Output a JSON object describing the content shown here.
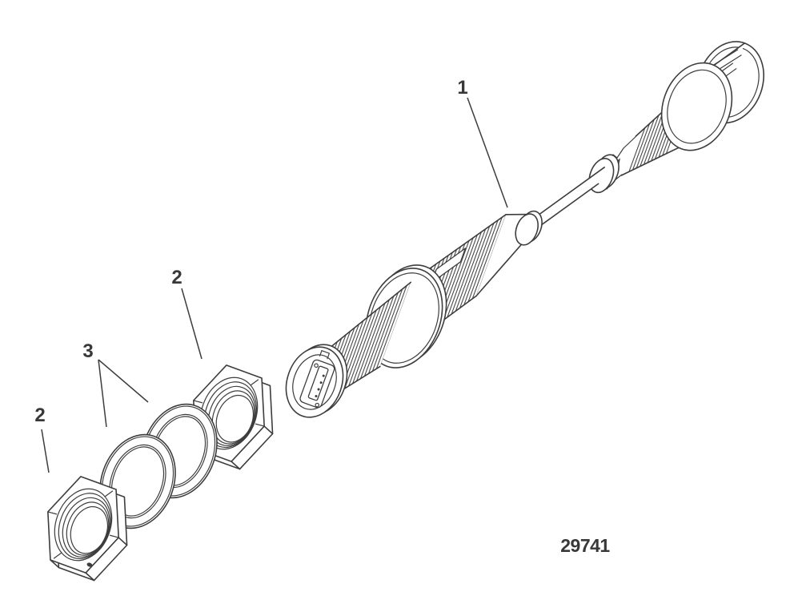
{
  "figure": {
    "figure_number": "29741",
    "callouts": [
      {
        "label": "1"
      },
      {
        "label": "2"
      },
      {
        "label": "3"
      },
      {
        "label": "2"
      }
    ],
    "colors": {
      "line": "#3d3d3d",
      "label": "#383838",
      "background": "#ffffff"
    }
  }
}
